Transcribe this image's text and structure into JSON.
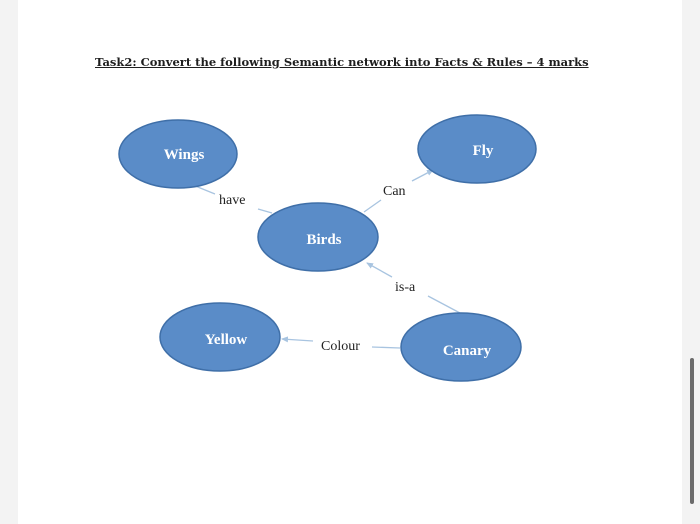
{
  "title": "Task2: Convert the following Semantic network into Facts & Rules – 4 marks",
  "diagram": {
    "nodes": {
      "wings": "Wings",
      "fly": "Fly",
      "birds": "Birds",
      "yellow": "Yellow",
      "canary": "Canary"
    },
    "edges": {
      "have": "have",
      "can": "Can",
      "is_a": "is-a",
      "colour": "Colour"
    }
  },
  "colors": {
    "node_fill": "#5a8cc8",
    "node_stroke": "#3f6fa8",
    "edge": "#a8c4e0"
  }
}
